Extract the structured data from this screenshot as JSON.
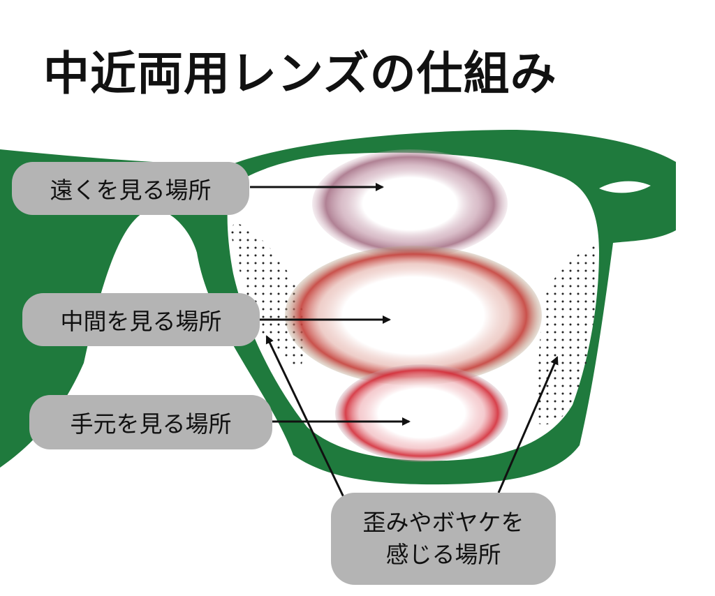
{
  "title": "中近両用レンズの仕組み",
  "labels": {
    "distance": "遠くを見る場所",
    "middle": "中間を見る場所",
    "near": "手元を見る場所",
    "distortion_line1": "歪みやボヤケを",
    "distortion_line2": "感じる場所"
  },
  "colors": {
    "frame": "#1f7a3d",
    "label_bg": "#b4b4b4",
    "distance_zone": "#a77388",
    "middle_zone": "#c5423c",
    "near_zone": "#d4303c",
    "text": "#111111"
  }
}
